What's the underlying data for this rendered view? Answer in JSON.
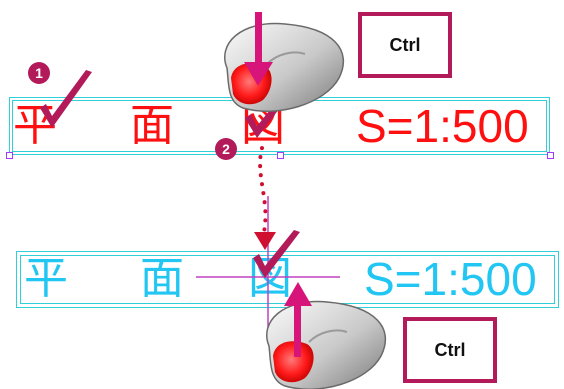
{
  "top_text": {
    "char1": "平",
    "char2": "面",
    "char3": "図",
    "scale": "S=1:500"
  },
  "bottom_text": {
    "char1": "平",
    "char2": "面",
    "char3": "図",
    "scale": "S=1:500"
  },
  "ctrl_keys": {
    "top": "Ctrl",
    "bottom": "Ctrl"
  },
  "steps": {
    "one": "1",
    "two": "2"
  },
  "colors": {
    "selected_text": "#ff1010",
    "copy_text": "#22c6f2",
    "accent": "#b31a5a",
    "frame": "#2fd0d8",
    "handle": "#a03cff"
  },
  "icons": [
    "check-icon",
    "mouse-icon",
    "arrow-icon",
    "drag-path-icon"
  ]
}
